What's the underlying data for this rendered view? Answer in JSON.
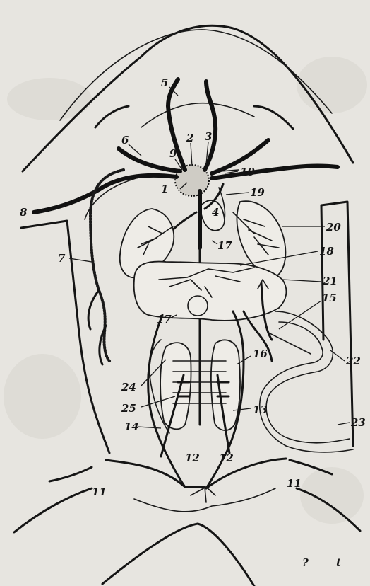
{
  "labels": [
    "1",
    "2",
    "3",
    "4",
    "5",
    "6",
    "7",
    "8",
    "9",
    "10",
    "11",
    "11",
    "12",
    "12",
    "13",
    "14",
    "15",
    "16",
    "17",
    "17",
    "18",
    "19",
    "20",
    "21",
    "22",
    "23",
    "24",
    "25"
  ],
  "corner_marks": [
    "?",
    "t"
  ]
}
